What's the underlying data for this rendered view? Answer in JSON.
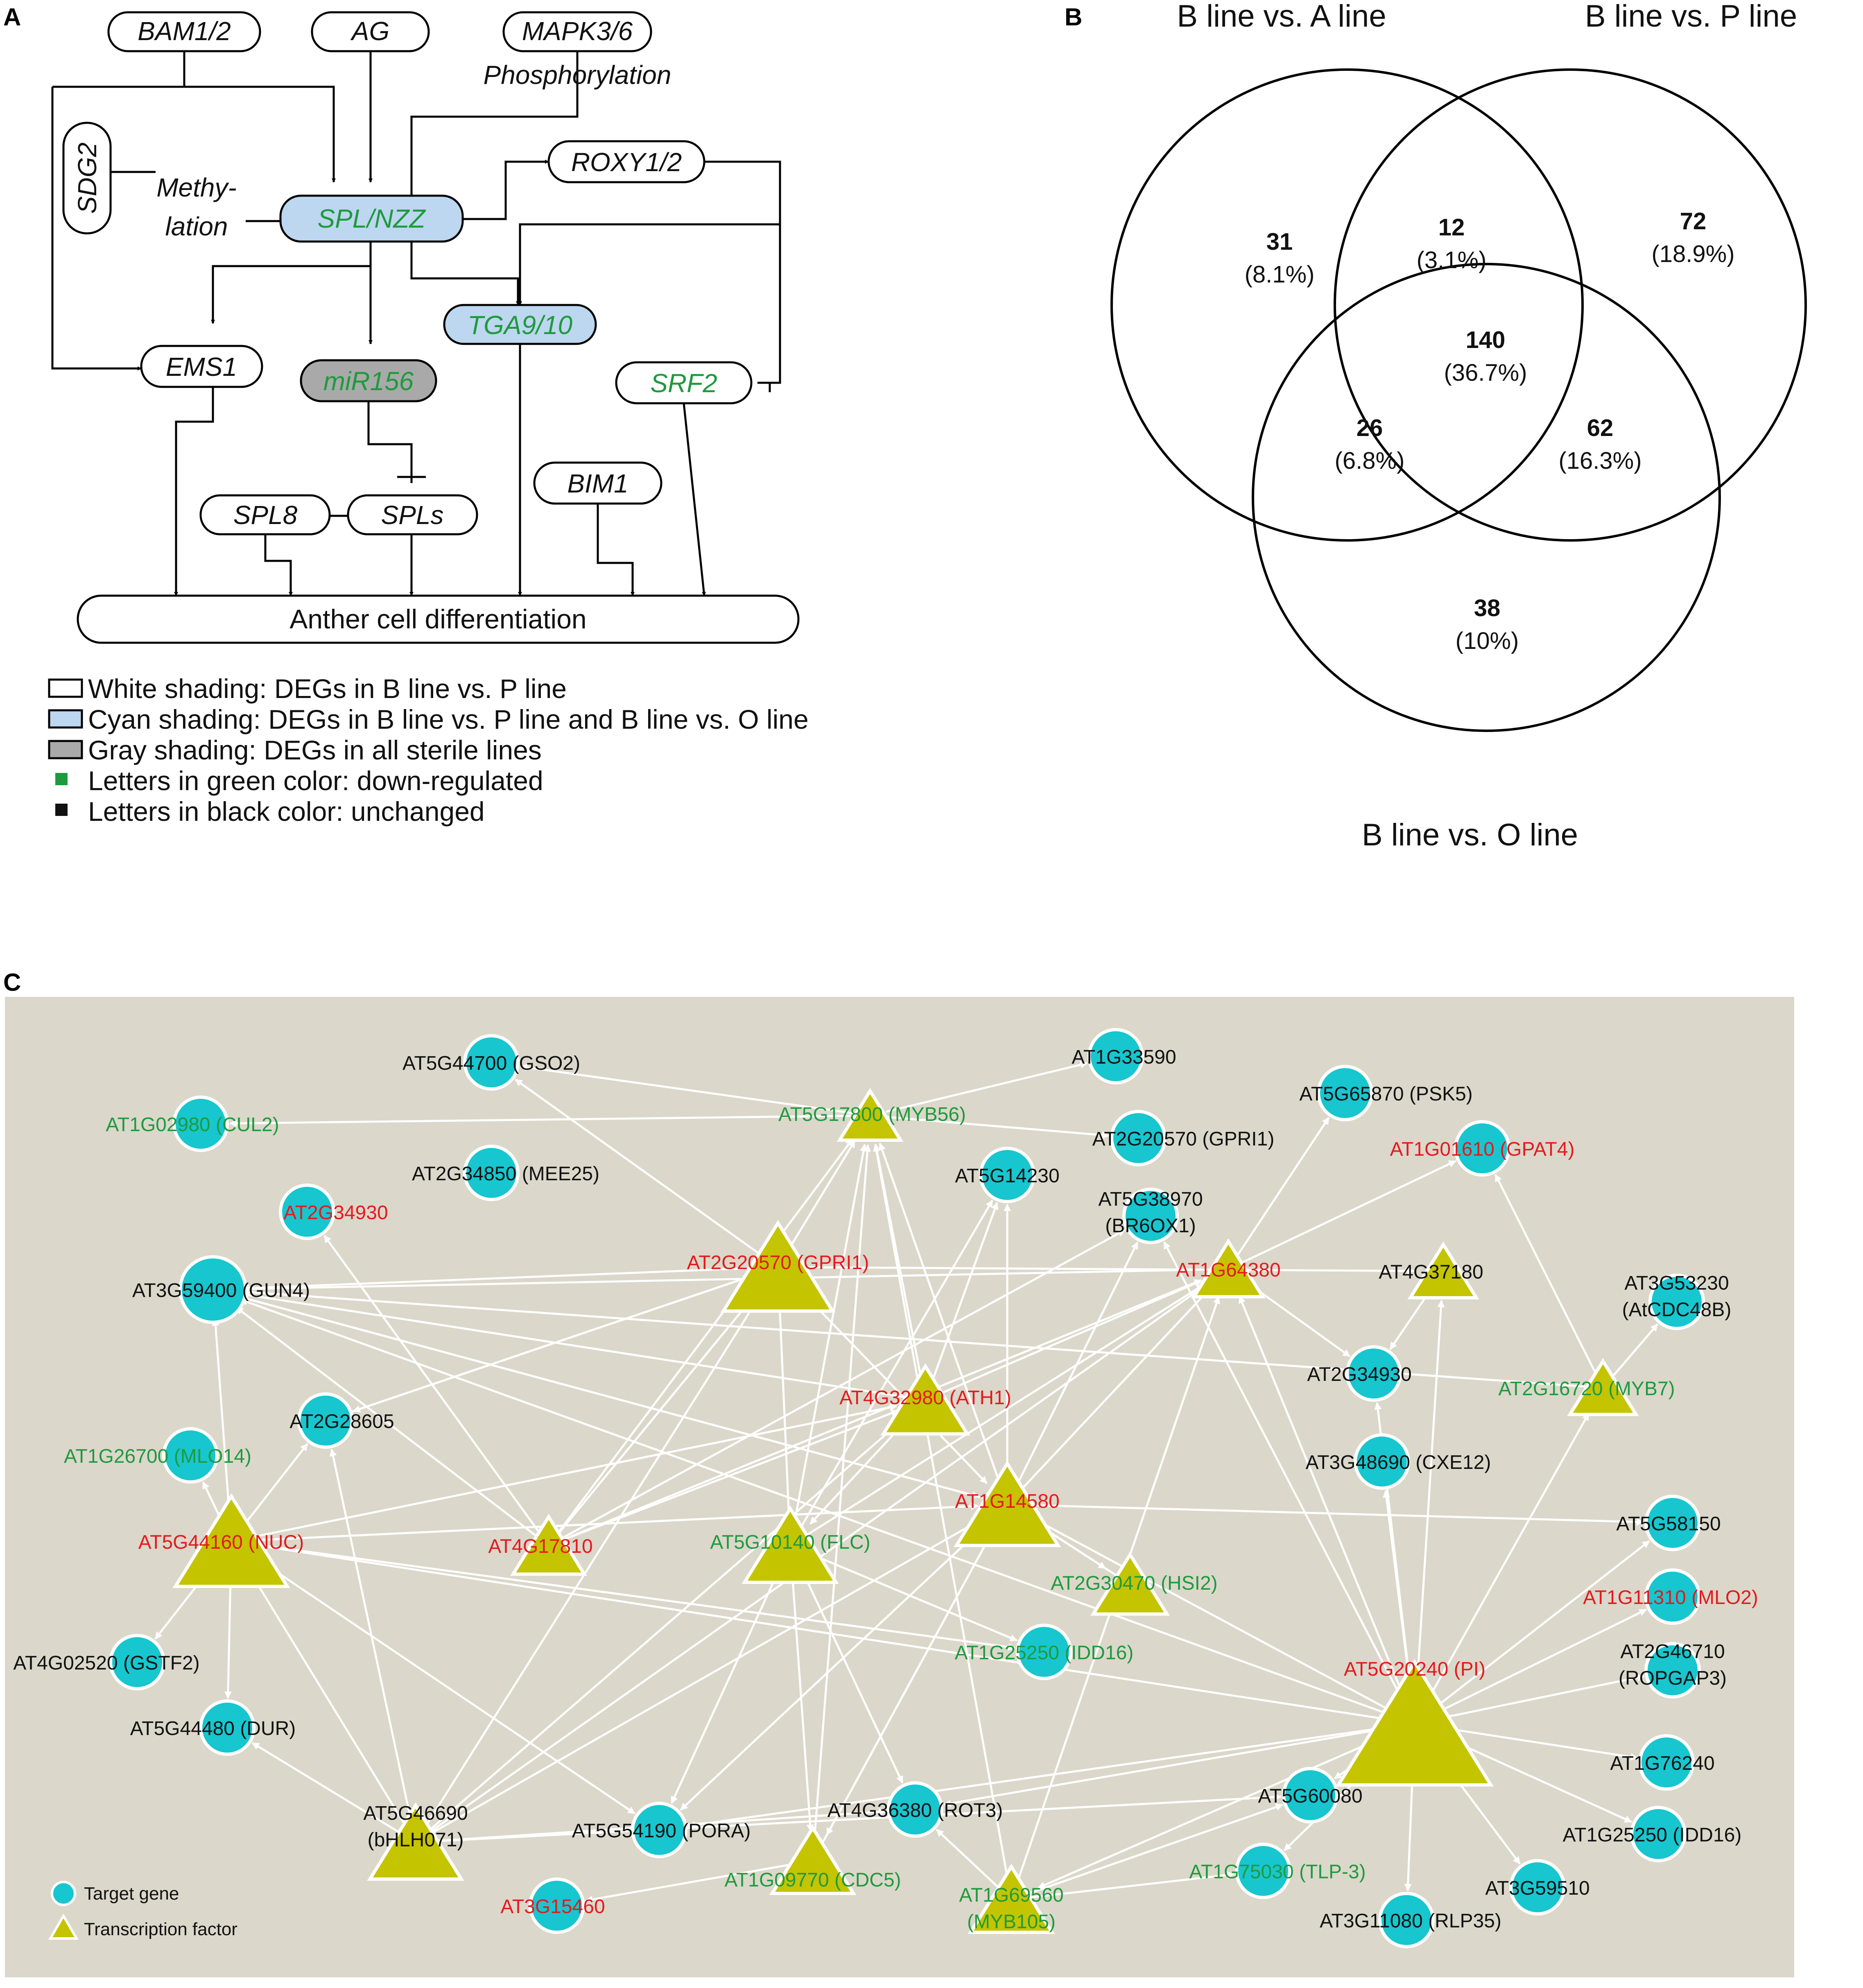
{
  "panels": {
    "a": "A",
    "b": "B",
    "c": "C"
  },
  "colors": {
    "down": "#1f9a3e",
    "unchanged": "#111111",
    "up": "#e41a1c",
    "cyan_box": "#bcd7ef",
    "gray_box": "#a9a9a9",
    "net_bg": "#dbd7ca",
    "target": "#17c6cf",
    "tf": "#c4c400",
    "edge": "#ffffff"
  },
  "panel_a": {
    "nodes": {
      "bam": "BAM1/2",
      "ag": "AG",
      "mapk": "MAPK3/6",
      "phos": "Phosphorylation",
      "sdg2": "SDG2",
      "methy1": "Methy-",
      "methy2": "lation",
      "spl": "SPL/NZZ",
      "roxy": "ROXY1/2",
      "ems1": "EMS1",
      "mir156": "miR156",
      "tga": "TGA9/10",
      "srf2": "SRF2",
      "bim1": "BIM1",
      "spl8": "SPL8",
      "spls": "SPLs",
      "anther": "Anther cell differentiation"
    },
    "legend": [
      "White shading: DEGs in B line vs. P line",
      "Cyan shading: DEGs in B line vs.  P line and B line vs. O line",
      "Gray shading: DEGs in all sterile lines",
      "Letters in green color: down-regulated",
      "Letters in black color: unchanged"
    ]
  },
  "panel_b": {
    "sets": [
      "B line vs. A line",
      "B line vs. P line",
      "B line vs. O line"
    ],
    "regions": [
      {
        "id": "a_only",
        "n": "31",
        "pct": "(8.1%)"
      },
      {
        "id": "ap",
        "n": "12",
        "pct": "(3.1%)"
      },
      {
        "id": "p_only",
        "n": "72",
        "pct": "(18.9%)"
      },
      {
        "id": "apo",
        "n": "140",
        "pct": "(36.7%)"
      },
      {
        "id": "ao",
        "n": "26",
        "pct": "(6.8%)"
      },
      {
        "id": "po",
        "n": "62",
        "pct": "(16.3%)"
      },
      {
        "id": "o_only",
        "n": "38",
        "pct": "(10%)"
      }
    ]
  },
  "panel_c": {
    "legend": {
      "target": "Target gene",
      "tf": "Transcription factor"
    },
    "nodes": [
      {
        "id": "gso2",
        "label": "AT5G44700 (GSO2)",
        "c": "k"
      },
      {
        "id": "at1g33590",
        "label": "AT1G33590",
        "c": "k"
      },
      {
        "id": "psk5",
        "label": "AT5G65870 (PSK5)",
        "c": "k"
      },
      {
        "id": "cul2",
        "label": "AT1G02980 (CUL2)",
        "c": "g"
      },
      {
        "id": "myb56",
        "label": "AT5G17800 (MYB56)",
        "c": "g"
      },
      {
        "id": "gpri1b",
        "label": "AT2G20570 (GPRI1)",
        "c": "k"
      },
      {
        "id": "gpat4",
        "label": "AT1G01610 (GPAT4)",
        "c": "r"
      },
      {
        "id": "mee25",
        "label": "AT2G34850 (MEE25)",
        "c": "k"
      },
      {
        "id": "at5g14230",
        "label": "AT5G14230",
        "c": "k"
      },
      {
        "id": "br6ox1a",
        "label": "AT5G38970",
        "c": "k"
      },
      {
        "id": "br6ox1b",
        "label": "(BR6OX1)",
        "c": "k"
      },
      {
        "id": "at2g34930r",
        "label": "AT2G34930",
        "c": "r"
      },
      {
        "id": "gpri1",
        "label": "AT2G20570 (GPRI1)",
        "c": "r"
      },
      {
        "id": "at1g64380",
        "label": "AT1G64380",
        "c": "r"
      },
      {
        "id": "at4g37180",
        "label": "AT4G37180",
        "c": "k"
      },
      {
        "id": "gun4",
        "label": "AT3G59400 (GUN4)",
        "c": "k"
      },
      {
        "id": "cdc48a",
        "label": "AT3G53230",
        "c": "k"
      },
      {
        "id": "cdc48b",
        "label": "(AtCDC48B)",
        "c": "k"
      },
      {
        "id": "at2g34930",
        "label": "AT2G34930",
        "c": "k"
      },
      {
        "id": "myb7",
        "label": "AT2G16720 (MYB7)",
        "c": "g"
      },
      {
        "id": "at2g28605",
        "label": "AT2G28605",
        "c": "k"
      },
      {
        "id": "ath1",
        "label": "AT4G32980 (ATH1)",
        "c": "r"
      },
      {
        "id": "mlo14",
        "label": "AT1G26700 (MLO14)",
        "c": "g"
      },
      {
        "id": "cxe12",
        "label": "AT3G48690 (CXE12)",
        "c": "k"
      },
      {
        "id": "at1g14580",
        "label": "AT1G14580",
        "c": "r"
      },
      {
        "id": "nuc",
        "label": "AT5G44160 (NUC)",
        "c": "r"
      },
      {
        "id": "at4g17810",
        "label": "AT4G17810",
        "c": "r"
      },
      {
        "id": "flc",
        "label": "AT5G10140 (FLC)",
        "c": "g"
      },
      {
        "id": "at5g58150",
        "label": "AT5G58150",
        "c": "k"
      },
      {
        "id": "hsi2",
        "label": "AT2G30470 (HSI2)",
        "c": "g"
      },
      {
        "id": "mlo2",
        "label": "AT1G11310 (MLO2)",
        "c": "r"
      },
      {
        "id": "gstf2",
        "label": "AT4G02520 (GSTF2)",
        "c": "k"
      },
      {
        "id": "idd16g",
        "label": "AT1G25250 (IDD16)",
        "c": "g"
      },
      {
        "id": "pi",
        "label": "AT5G20240 (PI)",
        "c": "r"
      },
      {
        "id": "ropgap3a",
        "label": "AT2G46710",
        "c": "k"
      },
      {
        "id": "ropgap3b",
        "label": "(ROPGAP3)",
        "c": "k"
      },
      {
        "id": "dur",
        "label": "AT5G44480 (DUR)",
        "c": "k"
      },
      {
        "id": "at1g76240",
        "label": "AT1G76240",
        "c": "k"
      },
      {
        "id": "bhlha",
        "label": "AT5G46690",
        "c": "k"
      },
      {
        "id": "bhlhb",
        "label": "(bHLH071)",
        "c": "k"
      },
      {
        "id": "pora",
        "label": "AT5G54190 (PORA)",
        "c": "k"
      },
      {
        "id": "rot3",
        "label": "AT4G36380 (ROT3)",
        "c": "k"
      },
      {
        "id": "at5g60080",
        "label": "AT5G60080",
        "c": "k"
      },
      {
        "id": "idd16k",
        "label": "AT1G25250 (IDD16)",
        "c": "k"
      },
      {
        "id": "cdc5",
        "label": "AT1G09770 (CDC5)",
        "c": "g"
      },
      {
        "id": "tlp3",
        "label": "AT1G75030 (TLP-3)",
        "c": "g"
      },
      {
        "id": "at3g59510",
        "label": "AT3G59510",
        "c": "k"
      },
      {
        "id": "at3g15460",
        "label": "AT3G15460",
        "c": "r"
      },
      {
        "id": "myb105a",
        "label": "AT1G69560",
        "c": "g"
      },
      {
        "id": "myb105b",
        "label": "(MYB105)",
        "c": "g"
      },
      {
        "id": "rlp35",
        "label": "AT3G11080 (RLP35)",
        "c": "k"
      }
    ]
  }
}
